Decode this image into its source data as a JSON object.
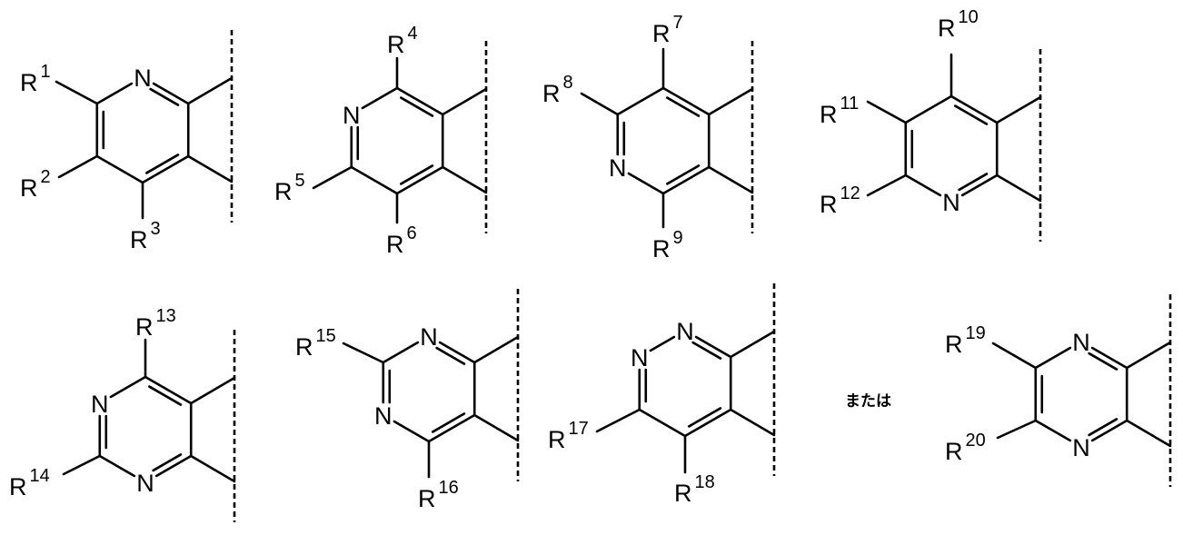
{
  "colors": {
    "ink": "#000000",
    "background": "#ffffff"
  },
  "structures": [
    {
      "name": "pyridine-a",
      "hetero_atoms": [
        {
          "vertex": 0,
          "symbol": "N"
        }
      ],
      "substituents": [
        {
          "label": "R",
          "sup": "1"
        },
        {
          "label": "R",
          "sup": "2"
        },
        {
          "label": "R",
          "sup": "3"
        }
      ]
    },
    {
      "name": "pyridine-b",
      "hetero_atoms": [
        {
          "vertex": 5,
          "symbol": "N"
        }
      ],
      "substituents": [
        {
          "label": "R",
          "sup": "4"
        },
        {
          "label": "R",
          "sup": "5"
        },
        {
          "label": "R",
          "sup": "6"
        }
      ]
    },
    {
      "name": "pyridine-c",
      "hetero_atoms": [
        {
          "vertex": 4,
          "symbol": "N"
        }
      ],
      "substituents": [
        {
          "label": "R",
          "sup": "7"
        },
        {
          "label": "R",
          "sup": "8"
        },
        {
          "label": "R",
          "sup": "9"
        }
      ]
    },
    {
      "name": "pyridine-d",
      "hetero_atoms": [
        {
          "vertex": 3,
          "symbol": "N"
        }
      ],
      "substituents": [
        {
          "label": "R",
          "sup": "10"
        },
        {
          "label": "R",
          "sup": "11"
        },
        {
          "label": "R",
          "sup": "12"
        }
      ]
    },
    {
      "name": "pyrimidine-a",
      "hetero_atoms": [
        {
          "vertex": 5,
          "symbol": "N"
        },
        {
          "vertex": 3,
          "symbol": "N"
        }
      ],
      "substituents": [
        {
          "label": "R",
          "sup": "13"
        },
        {
          "label": "R",
          "sup": "14"
        }
      ]
    },
    {
      "name": "pyrimidine-b",
      "hetero_atoms": [
        {
          "vertex": 0,
          "symbol": "N"
        },
        {
          "vertex": 4,
          "symbol": "N"
        }
      ],
      "substituents": [
        {
          "label": "R",
          "sup": "15"
        },
        {
          "label": "R",
          "sup": "16"
        }
      ]
    },
    {
      "name": "pyridazine",
      "hetero_atoms": [
        {
          "vertex": 5,
          "symbol": "N"
        },
        {
          "vertex": 0,
          "symbol": "N"
        }
      ],
      "substituents": [
        {
          "label": "R",
          "sup": "17"
        },
        {
          "label": "R",
          "sup": "18"
        }
      ]
    },
    {
      "name": "pyrazine",
      "hetero_atoms": [
        {
          "vertex": 0,
          "symbol": "N"
        },
        {
          "vertex": 3,
          "symbol": "N"
        }
      ],
      "substituents": [
        {
          "label": "R",
          "sup": "19"
        },
        {
          "label": "R",
          "sup": "20"
        }
      ]
    }
  ],
  "double_bonds": [
    [
      0,
      1
    ],
    [
      4,
      5
    ],
    [
      2,
      3
    ]
  ],
  "conjunction": "または"
}
